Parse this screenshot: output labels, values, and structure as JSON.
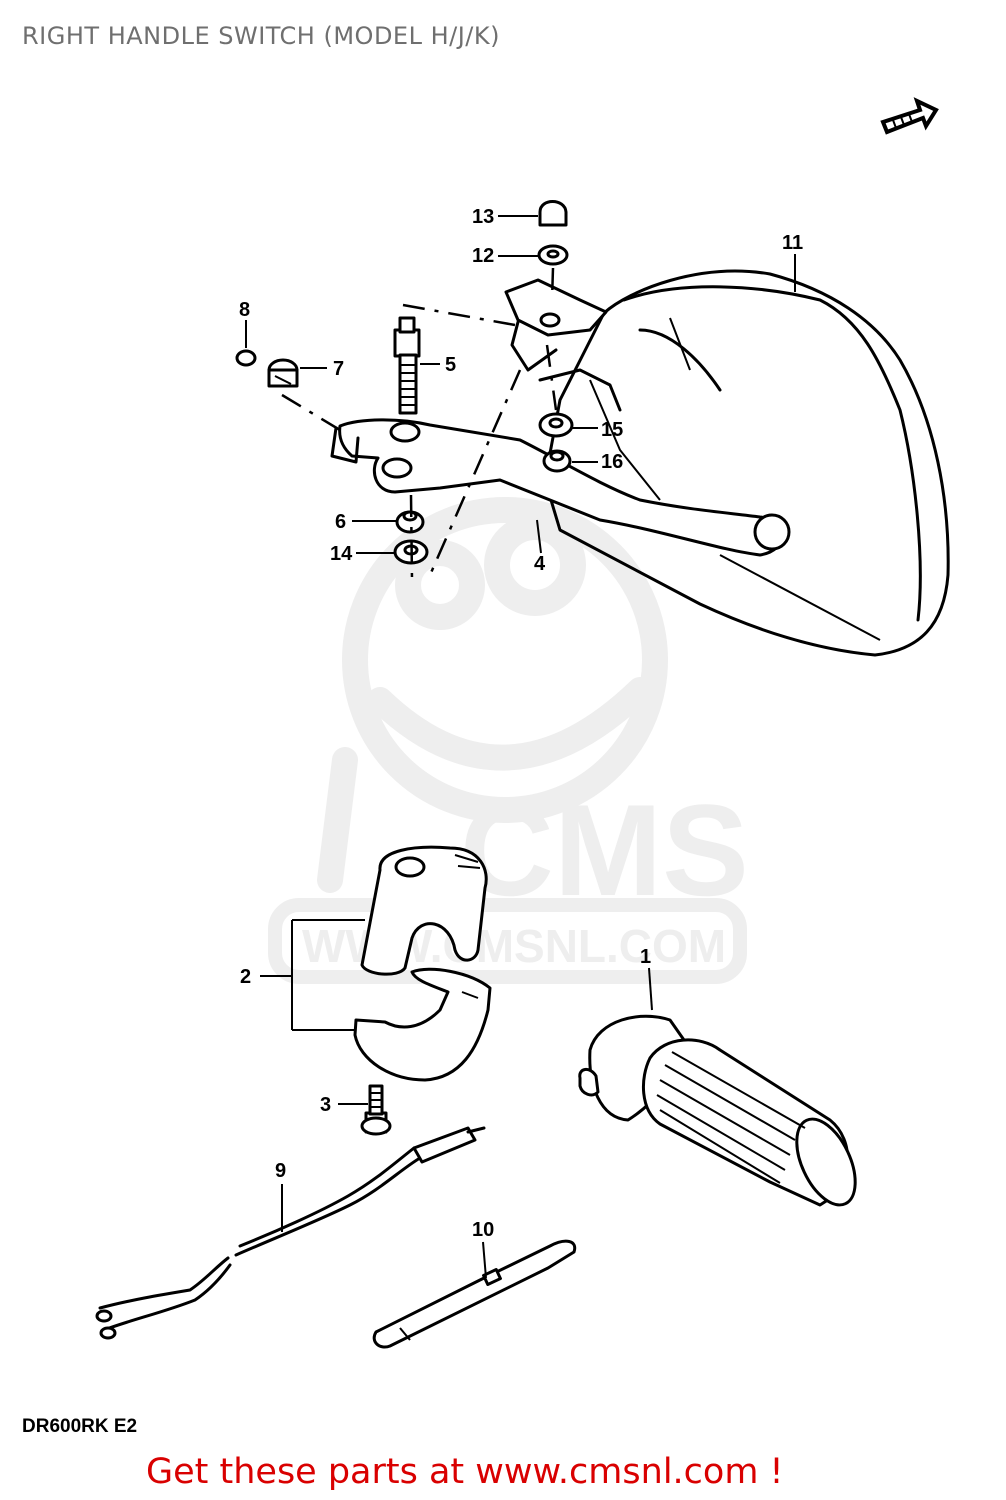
{
  "title": "RIGHT HANDLE SWITCH (MODEL H/J/K)",
  "model_code": "DR600RK E2",
  "callouts": [
    "1",
    "2",
    "3",
    "4",
    "5",
    "6",
    "7",
    "8",
    "9",
    "10",
    "11",
    "12",
    "13",
    "14",
    "15",
    "16"
  ],
  "watermark": {
    "brand": "CMS",
    "url": "WWW.CMSNL.COM"
  },
  "promo_link": "Get these parts at www.cmsnl.com !",
  "colors": {
    "title": "#6f6f6f",
    "ink": "#000000",
    "watermark": "#eeeeee",
    "promo": "#d90000"
  },
  "icons": {
    "front_direction": "arrow-right-icon"
  }
}
